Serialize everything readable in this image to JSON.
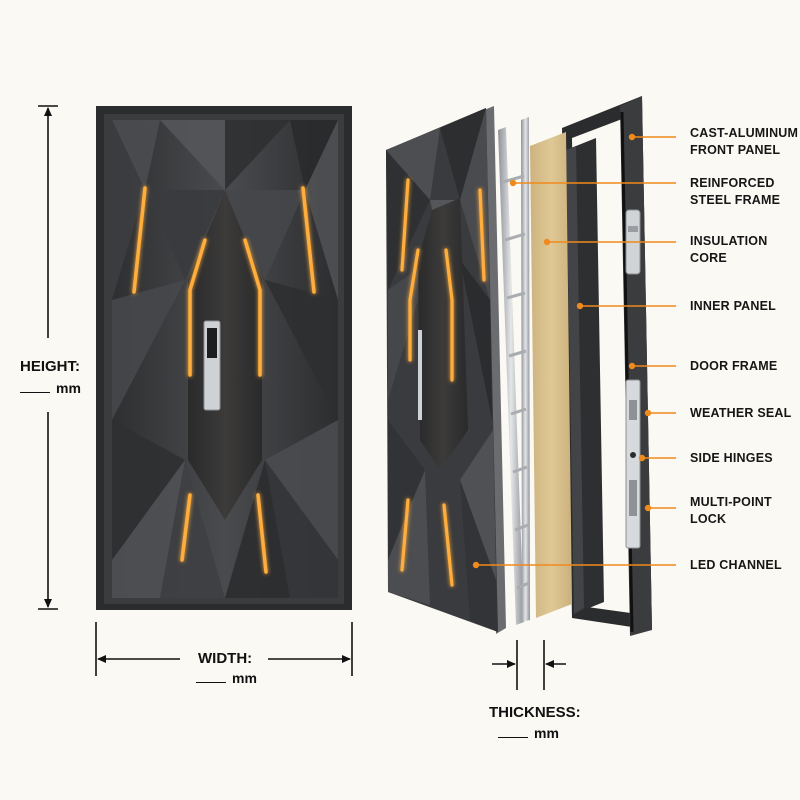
{
  "dimensions": {
    "height": {
      "label": "HEIGHT:",
      "unit": "mm"
    },
    "width": {
      "label": "WIDTH:",
      "unit": "mm"
    },
    "thickness": {
      "label": "THICKNESS:",
      "unit": "mm"
    }
  },
  "callouts": [
    {
      "id": "cast-aluminum-front-panel",
      "lines": [
        "CAST-ALUMINUM",
        "FRONT PANEL"
      ]
    },
    {
      "id": "reinforced-steel-frame",
      "lines": [
        "REINFORCED",
        "STEEL FRAME"
      ]
    },
    {
      "id": "insulation-core",
      "lines": [
        "INSULATION",
        "CORE"
      ]
    },
    {
      "id": "inner-panel",
      "lines": [
        "INNER PANEL"
      ]
    },
    {
      "id": "door-frame",
      "lines": [
        "DOOR FRAME"
      ]
    },
    {
      "id": "weather-seal",
      "lines": [
        "WEATHER SEAL"
      ]
    },
    {
      "id": "side-hinges",
      "lines": [
        "SIDE HINGES"
      ]
    },
    {
      "id": "multi-point-lock",
      "lines": [
        "MULTI-POINT",
        "LOCK"
      ]
    },
    {
      "id": "led-channel",
      "lines": [
        "LED CHANNEL"
      ]
    }
  ],
  "colors": {
    "accent": "#f08a1c",
    "led": "#ffb347",
    "panel_dark": "#3a3b3d",
    "frame": "#2f3032",
    "insulation": "#d9c08d",
    "steel": "#b9bcc0",
    "background": "#fbf9f3"
  }
}
